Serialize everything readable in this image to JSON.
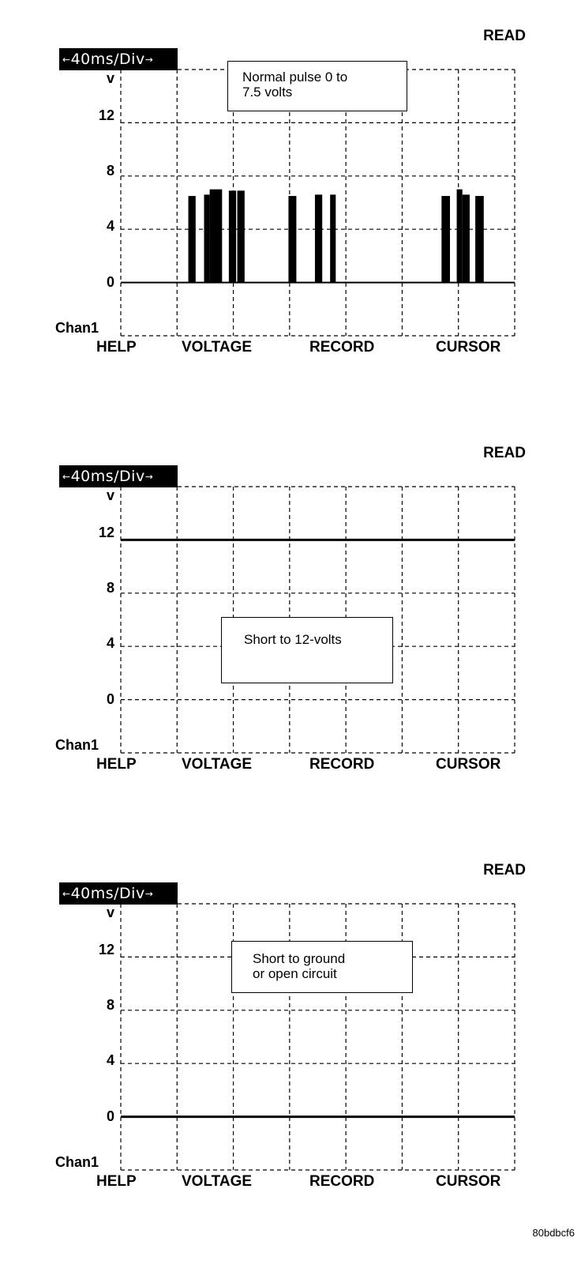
{
  "common": {
    "read_label": "READ",
    "timebase": "40ms/Div",
    "timebase_left_arrow": "←",
    "timebase_right_arrow": "→",
    "y_unit_label": "v",
    "channel_label": "Chan1",
    "y_ticks": [
      "12",
      "8",
      "4",
      "0"
    ],
    "softkeys": [
      "HELP",
      "VOLTAGE",
      "RECORD",
      "CURSOR"
    ]
  },
  "panels": [
    {
      "note": "Normal pulse 0 to\n7.5 volts",
      "chart_data": {
        "type": "line",
        "ylabel": "v",
        "ylim": [
          -4,
          16
        ],
        "y_ticks": [
          0,
          4,
          8,
          12
        ],
        "x_divisions": 7,
        "grid": true,
        "signal": "pulses",
        "pulses": [
          [
            1.2,
            1.33,
            6.5
          ],
          [
            1.48,
            1.58,
            6.6
          ],
          [
            1.58,
            1.8,
            7.0
          ],
          [
            1.92,
            2.05,
            6.9
          ],
          [
            2.07,
            2.2,
            6.9
          ],
          [
            2.98,
            3.12,
            6.5
          ],
          [
            3.45,
            3.58,
            6.6
          ],
          [
            3.72,
            3.82,
            6.6
          ],
          [
            5.7,
            5.85,
            6.5
          ],
          [
            5.97,
            6.07,
            7.0
          ],
          [
            6.07,
            6.2,
            6.6
          ],
          [
            6.3,
            6.45,
            6.5
          ]
        ]
      }
    },
    {
      "note": "Short to 12-volts",
      "chart_data": {
        "type": "line",
        "ylabel": "v",
        "ylim": [
          -4,
          16
        ],
        "y_ticks": [
          0,
          4,
          8,
          12
        ],
        "x_divisions": 7,
        "grid": true,
        "signal": "constant",
        "level": 12
      }
    },
    {
      "note": "Short to ground\nor open circuit",
      "chart_data": {
        "type": "line",
        "ylabel": "v",
        "ylim": [
          -4,
          16
        ],
        "y_ticks": [
          0,
          4,
          8,
          12
        ],
        "x_divisions": 7,
        "grid": true,
        "signal": "constant",
        "level": 0
      }
    }
  ],
  "footer": "80bdbcf6"
}
